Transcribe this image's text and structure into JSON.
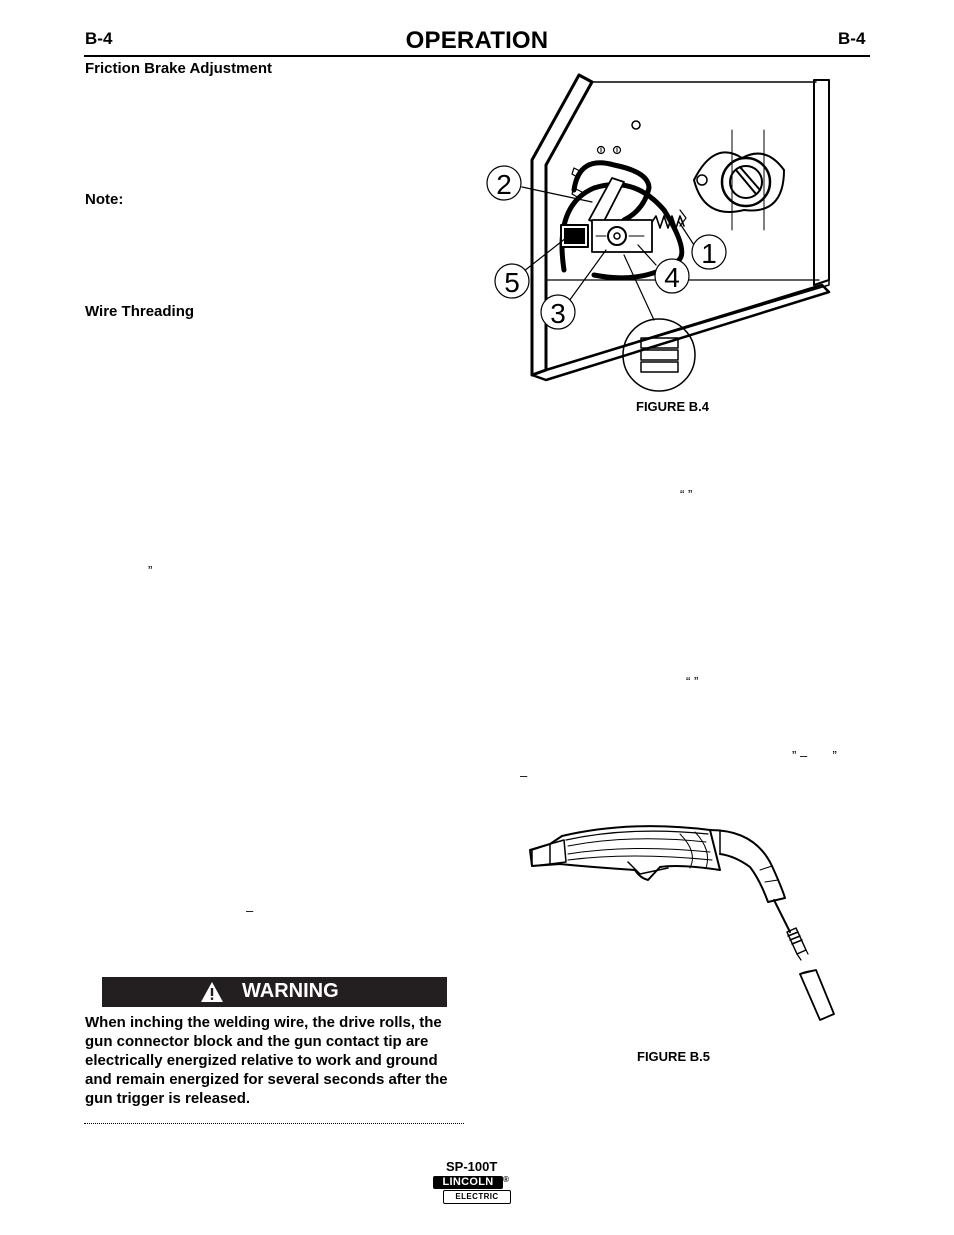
{
  "header": {
    "section_left": "B-4",
    "title": "OPERATION",
    "section_right": "B-4"
  },
  "left_column": {
    "friction_brake_heading": "Friction Brake Adjustment",
    "note_label": "Note:",
    "wire_threading_heading": "Wire Threading",
    "stray_quote": "”",
    "stray_dash": "–"
  },
  "right_column": {
    "quote_1": "“ ”",
    "quote_2": "“ ”",
    "quote_3": "” –       ”",
    "dash_1": "–"
  },
  "figure_b4": {
    "caption": "FIGURE B.4",
    "callouts": [
      "1",
      "2",
      "3",
      "4",
      "5"
    ]
  },
  "figure_b5": {
    "caption": "FIGURE B.5"
  },
  "warning": {
    "label": "WARNING",
    "icon": "warning-triangle-icon",
    "text": "When inching the welding wire, the drive rolls, the gun connector block and the gun contact tip are electrically energized relative to work and ground and remain energized for several seconds after the gun trigger is released."
  },
  "footer": {
    "model": "SP-100T",
    "logo_top": "LINCOLN",
    "logo_bottom": "ELECTRIC",
    "logo_mark": "®"
  }
}
